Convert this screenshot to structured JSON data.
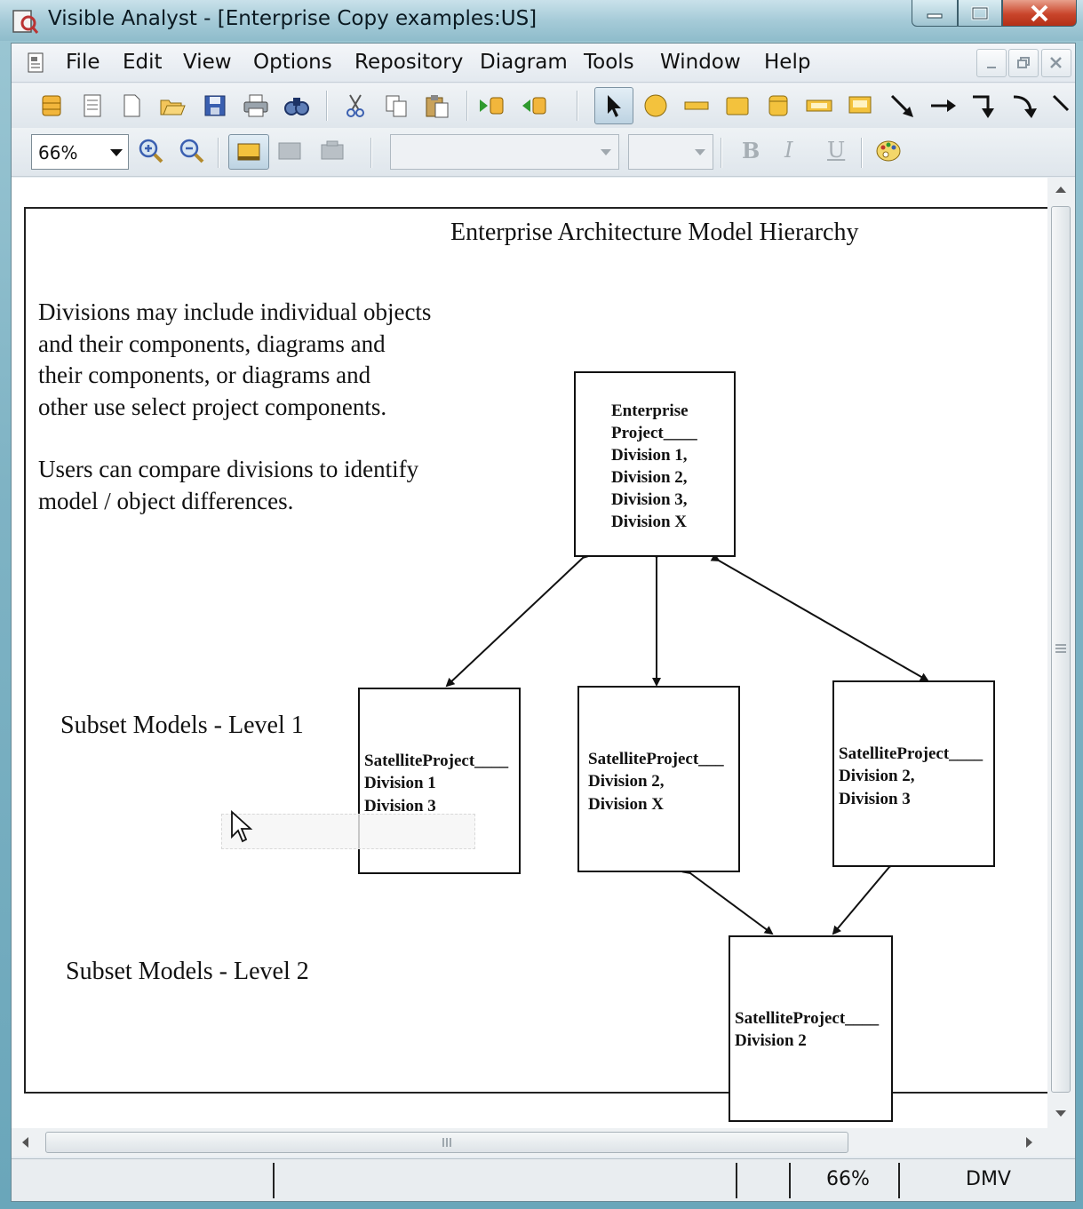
{
  "window": {
    "title": "Visible Analyst - [Enterprise Copy examples:US]"
  },
  "menu": {
    "items": [
      "File",
      "Edit",
      "View",
      "Options",
      "Repository",
      "Diagram",
      "Tools",
      "Window",
      "Help"
    ]
  },
  "toolbar": {
    "zoom_value": "66%",
    "bold_label": "B",
    "italic_label": "I",
    "underline_label": "U",
    "icons": [
      "new-icon",
      "open-icon",
      "save-icon",
      "print-icon",
      "find-icon",
      "cut-icon",
      "copy-icon",
      "paste-icon",
      "pointer-icon",
      "circle-icon",
      "rectangle-icon",
      "line-icon",
      "arrow-icon"
    ]
  },
  "diagram": {
    "title": "Enterprise Architecture Model Hierarchy",
    "description": [
      "Divisions may include individual objects",
      "and their components, diagrams and",
      "their components, or diagrams and",
      "other use select project components."
    ],
    "description2": [
      "Users can compare divisions to identify",
      "model / object differences."
    ],
    "level1_label": "Subset Models - Level 1",
    "level2_label": "Subset Models - Level 2",
    "nodes": {
      "enterprise": [
        "Enterprise",
        "Project____",
        "Division 1,",
        "Division 2,",
        "Division 3,",
        "Division X"
      ],
      "satellite_a": [
        "SatelliteProject____",
        "Division 1",
        "Division 3"
      ],
      "satellite_b": [
        "SatelliteProject___",
        "Division 2,",
        "Division X"
      ],
      "satellite_c": [
        "SatelliteProject____",
        "Division 2,",
        "Division 3"
      ],
      "satellite_d": [
        "SatelliteProject____",
        "Division 2"
      ]
    }
  },
  "status": {
    "zoom": "66%",
    "mode": "DMV"
  },
  "colors": {
    "titlebar": "#a6cbd8",
    "close_button": "#c9452b",
    "canvas": "#ffffff"
  }
}
